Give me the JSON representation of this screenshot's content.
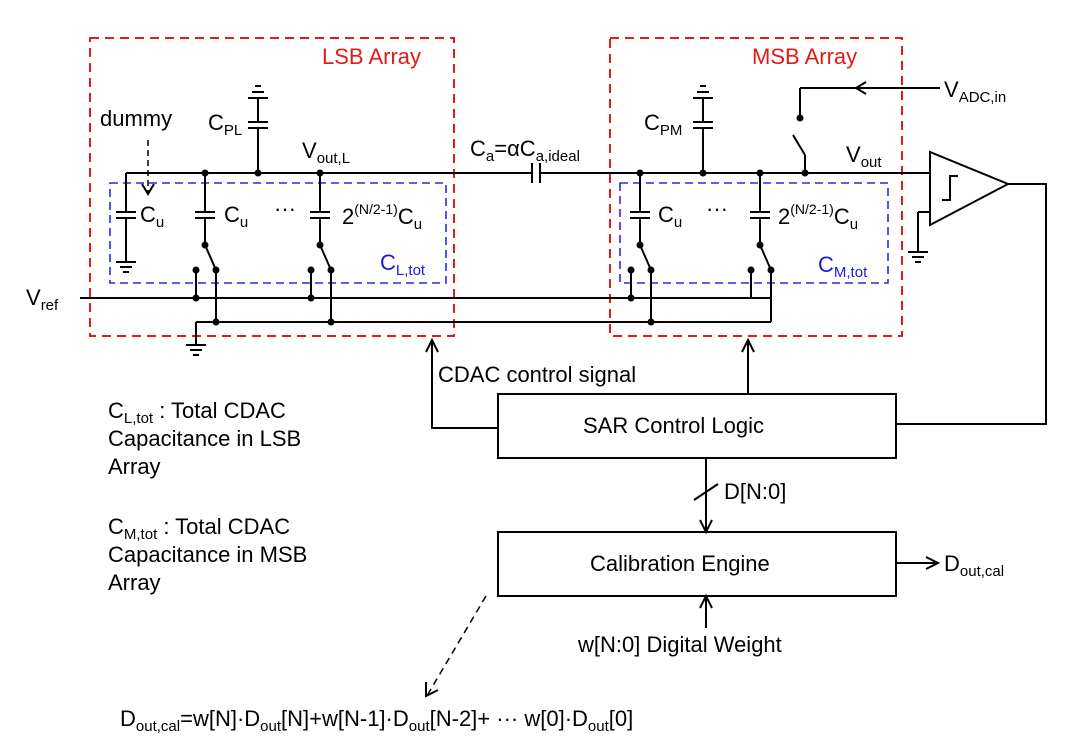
{
  "arrays": {
    "lsb_title": "LSB Array",
    "msb_title": "MSB Array"
  },
  "lsb": {
    "dummy": "dummy",
    "cpl_main": "C",
    "cpl_sub": "PL",
    "vout_main": "V",
    "vout_sub": "out,L",
    "cu1_main": "C",
    "cu1_sub": "u",
    "cu2_main": "C",
    "cu2_sub": "u",
    "dots": "···",
    "big_prefix": "2",
    "big_sup": "(N/2-1)",
    "big_main": "C",
    "big_sub": "u",
    "ctot_main": "C",
    "ctot_sub": "L,tot"
  },
  "bridge": {
    "ca_main": "C",
    "ca_sub": "a",
    "ca_mid": "=αC",
    "ca_sub2": "a,ideal"
  },
  "msb": {
    "cpm_main": "C",
    "cpm_sub": "PM",
    "cu_main": "C",
    "cu_sub": "u",
    "dots": "···",
    "big_prefix": "2",
    "big_sup": "(N/2-1)",
    "big_main": "C",
    "big_sub": "u",
    "ctot_main": "C",
    "ctot_sub": "M,tot",
    "vout_main": "V",
    "vout_sub": "out",
    "vin_main": "V",
    "vin_sub": "ADC,in"
  },
  "vref": {
    "main": "V",
    "sub": "ref"
  },
  "control": {
    "cdac_signal": "CDAC control signal",
    "sar_logic": "SAR Control Logic",
    "bus_label": "D[N:0]",
    "cal_engine": "Calibration Engine",
    "dout_main": "D",
    "dout_sub": "out,cal",
    "weight": "w[N:0] Digital Weight"
  },
  "notes": {
    "l_main": "C",
    "l_sub": "L,tot",
    "l_line1": " : Total CDAC",
    "l_line2": "Capacitance in LSB",
    "l_line3": "Array",
    "m_main": "C",
    "m_sub": "M,tot",
    "m_line1": " : Total CDAC",
    "m_line2": "Capacitance in MSB",
    "m_line3": "Array"
  },
  "equation": {
    "d_main": "D",
    "d_sub": "out,cal",
    "p1": "=w[N]·D",
    "s1": "out",
    "p2": "[N]+w[N-1]·D",
    "s2": "out",
    "p3": "[N-2]+ ··· w[0]·D",
    "s3": "out",
    "p4": "[0]"
  }
}
